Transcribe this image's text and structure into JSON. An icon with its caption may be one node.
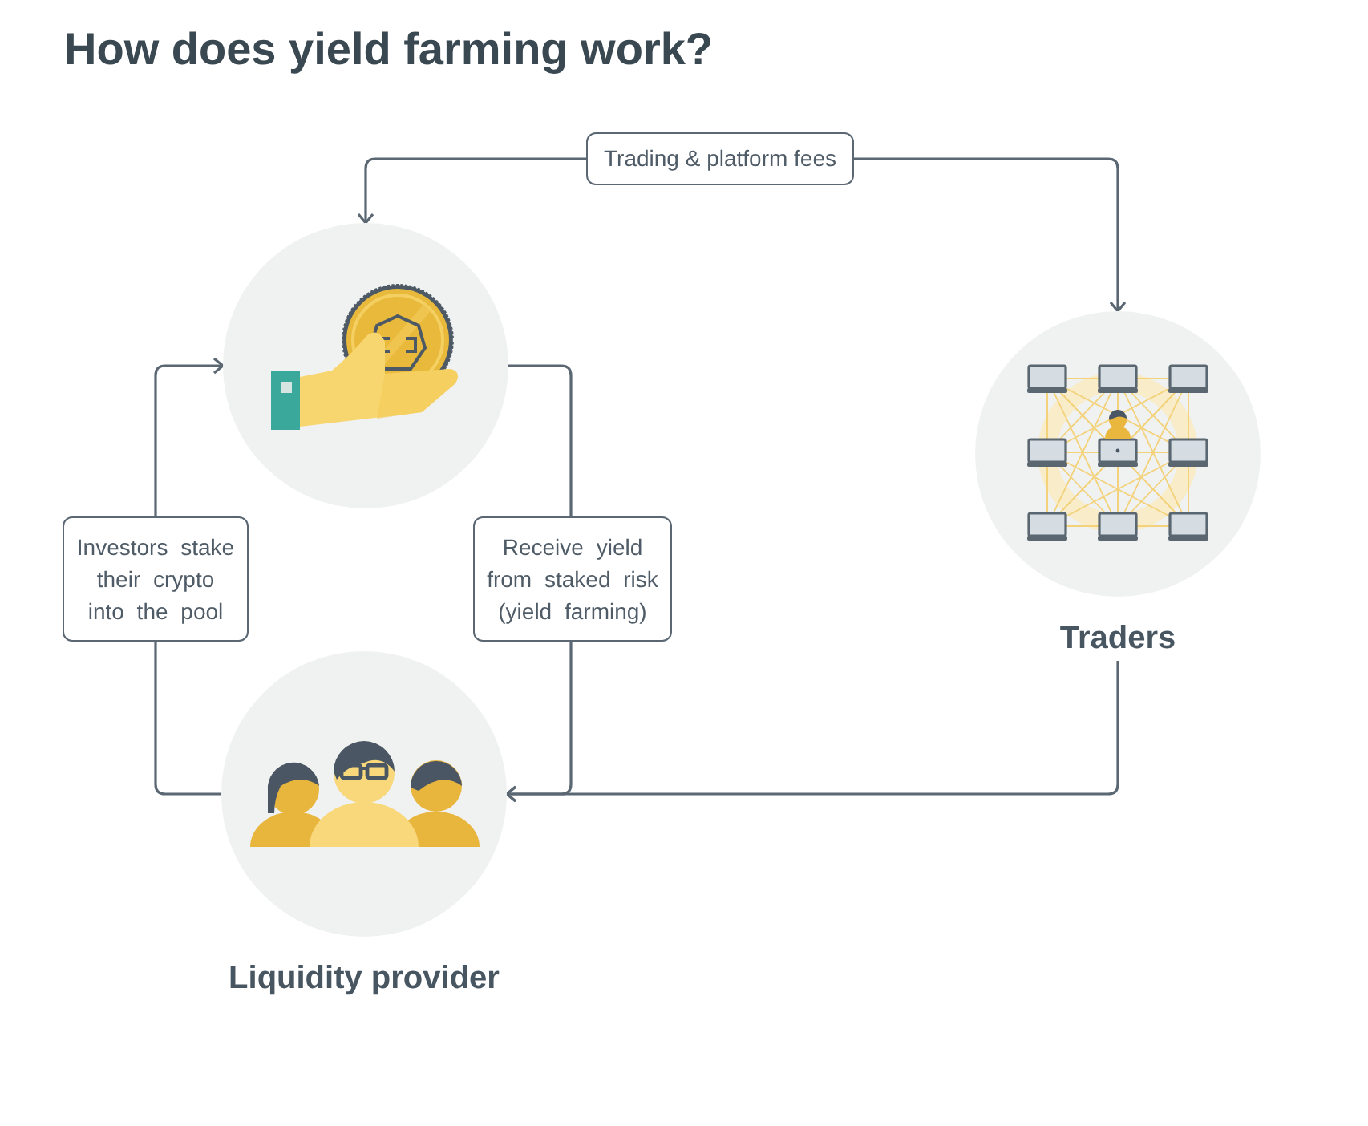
{
  "diagram": {
    "title": "How does yield farming work?",
    "nodes": [
      {
        "text": [],
        "shape": "picture"
      },
      {
        "text": [
          "Traders"
        ]
      },
      {
        "text": [
          "Liquidity provider"
        ]
      }
    ],
    "edges": [
      {
        "from": 0,
        "to": 1,
        "arrow": "both",
        "label": "Trading & platform fees"
      },
      {
        "from": 2,
        "to": 0,
        "arrow": "to",
        "label": "Investors stake their crypto into the pool"
      },
      {
        "from": 0,
        "to": 2,
        "arrow": "to",
        "label": "Receive yield from staked risk (yield farming)"
      },
      {
        "from": 1,
        "to": 2,
        "arrow": "to"
      }
    ]
  }
}
